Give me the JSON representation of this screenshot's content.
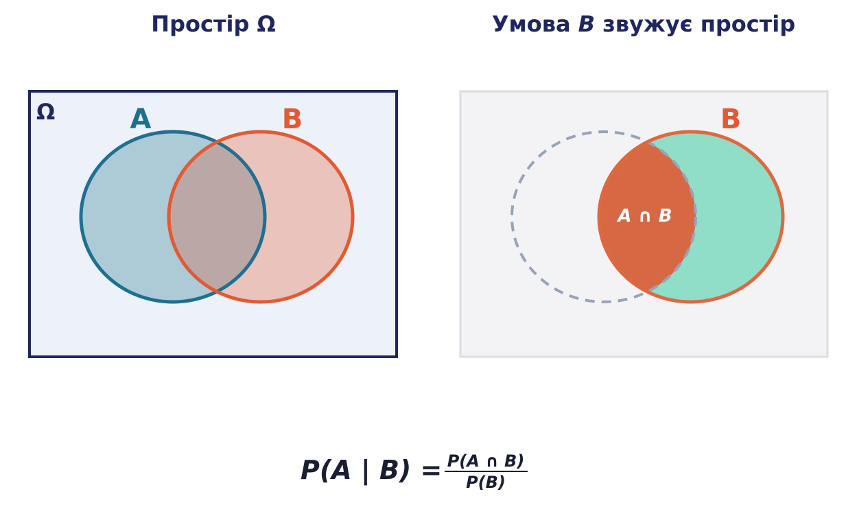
{
  "left_panel": {
    "title": "Простір Ω",
    "omega_symbol": "Ω",
    "set_a_label": "A",
    "set_b_label": "B"
  },
  "right_panel": {
    "title_prefix": "Умова ",
    "title_var": "B",
    "title_suffix": " звужує простір",
    "set_b_label": "B",
    "intersection_label": "A ∩ B"
  },
  "formula": {
    "lhs": "P(A | B) = ",
    "numerator": "P(A ∩ B)",
    "denominator": "P(B)"
  },
  "colors": {
    "navy": "#1f2660",
    "set_a": "#1e7091",
    "set_a_fill": "#adcad7",
    "set_b": "#e35a32",
    "set_b_fill": "#eac3bd",
    "overlap_fill": "#bba8a6",
    "left_bg": "#edf1fa",
    "right_bg": "#f3f3f6",
    "right_border": "#dcdce2",
    "dashed": "#97a3b8",
    "b_region_fill": "#90ddc8",
    "intersection_fill": "#d66943"
  }
}
